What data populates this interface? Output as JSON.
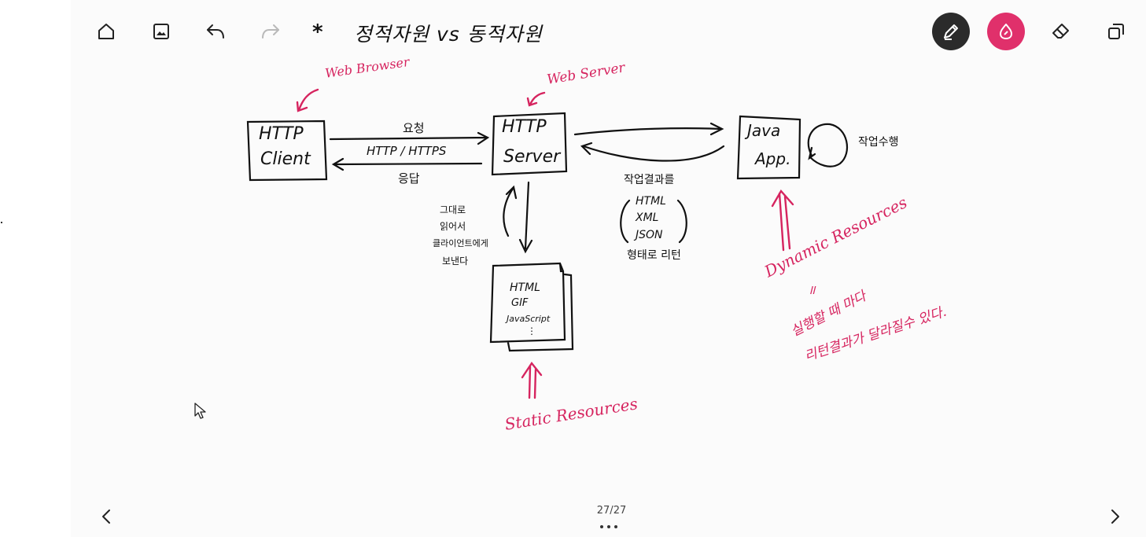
{
  "toolbar": {
    "title": "정적자원 vs 동적자원",
    "title_marker": "*"
  },
  "diagram": {
    "http_client_line1": "HTTP",
    "http_client_line2": "Client",
    "web_browser_label": "Web Browser",
    "web_server_label": "Web Server",
    "http_server_line1": "HTTP",
    "http_server_line2": "Server",
    "java_app_line1": "Java",
    "java_app_line2": "App.",
    "request_label": "요청",
    "protocol_label": "HTTP / HTTPS",
    "response_label": "응답",
    "job_label": "작업수행",
    "result_title": "작업결과를",
    "result_formats": [
      "HTML",
      "XML",
      "JSON"
    ],
    "result_return": "형태로 리턴",
    "static_note": [
      "그대로",
      "읽어서",
      "클라이언트에게",
      "보낸다"
    ],
    "static_files": [
      "HTML",
      "GIF",
      "JavaScript",
      "⋮"
    ],
    "static_resources_label": "Static Resources",
    "dynamic_resources_label": "Dynamic Resources",
    "equals_mark": "॥",
    "dynamic_desc_line1": "실행할 때 마다",
    "dynamic_desc_line2": "리턴결과가 달라질수 있다."
  },
  "pager": {
    "counter": "27/27"
  },
  "colors": {
    "ink": "#111111",
    "accent_pink": "#d6245f",
    "pen_button": "#2b2b2b",
    "highlighter_button": "#e0306b",
    "canvas": "#fbfbfb"
  },
  "icons": [
    "home-icon",
    "image-icon",
    "undo-icon",
    "redo-icon",
    "pen-icon",
    "highlighter-icon",
    "eraser-icon",
    "lasso-icon",
    "prev-page-icon",
    "next-page-icon",
    "mouse-cursor-icon"
  ]
}
